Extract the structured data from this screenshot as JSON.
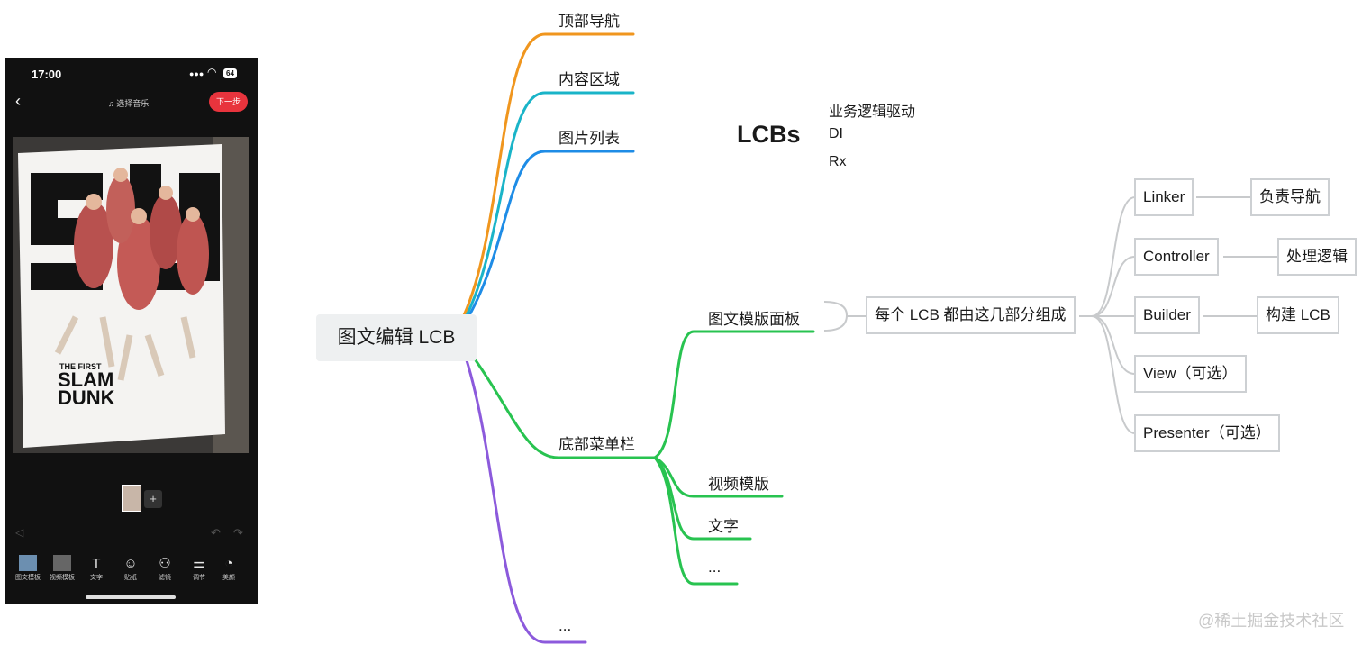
{
  "phone": {
    "time": "17:00",
    "battery": "64",
    "music_label": "选择音乐",
    "next_label": "下一步",
    "toolbar": [
      "图文模板",
      "视频模板",
      "文字",
      "贴纸",
      "滤镜",
      "调节",
      "美颜"
    ],
    "poster": {
      "line1": "THE FIRST",
      "line2": "SLAM",
      "line3": "DUNK"
    }
  },
  "mindmap": {
    "root": "图文编辑 LCB",
    "branches": {
      "top_nav": "顶部导航",
      "content": "内容区域",
      "image_list": "图片列表",
      "bottom_menu": "底部菜单栏",
      "more": "..."
    },
    "bottom_children": {
      "template_panel": "图文模版面板",
      "video_template": "视频模版",
      "text": "文字",
      "more": "..."
    },
    "lcb_structure": "每个 LCB 都由这几部分组成",
    "parts": [
      {
        "name": "Linker",
        "desc": "负责导航"
      },
      {
        "name": "Controller",
        "desc": "处理逻辑"
      },
      {
        "name": "Builder",
        "desc": "构建 LCB"
      },
      {
        "name": "View（可选）",
        "desc": ""
      },
      {
        "name": "Presenter（可选）",
        "desc": ""
      }
    ],
    "lcbs_title": "LCBs",
    "lcbs_notes": [
      "业务逻辑驱动",
      "DI",
      "Rx"
    ]
  },
  "colors": {
    "orange": "#f0961e",
    "teal": "#1ab4c8",
    "blue": "#1e8ce6",
    "green": "#28c350",
    "purple": "#8c5adc",
    "gray_line": "#c8cacc",
    "accent_red": "#e8343d"
  },
  "watermark": "@稀土掘金技术社区"
}
